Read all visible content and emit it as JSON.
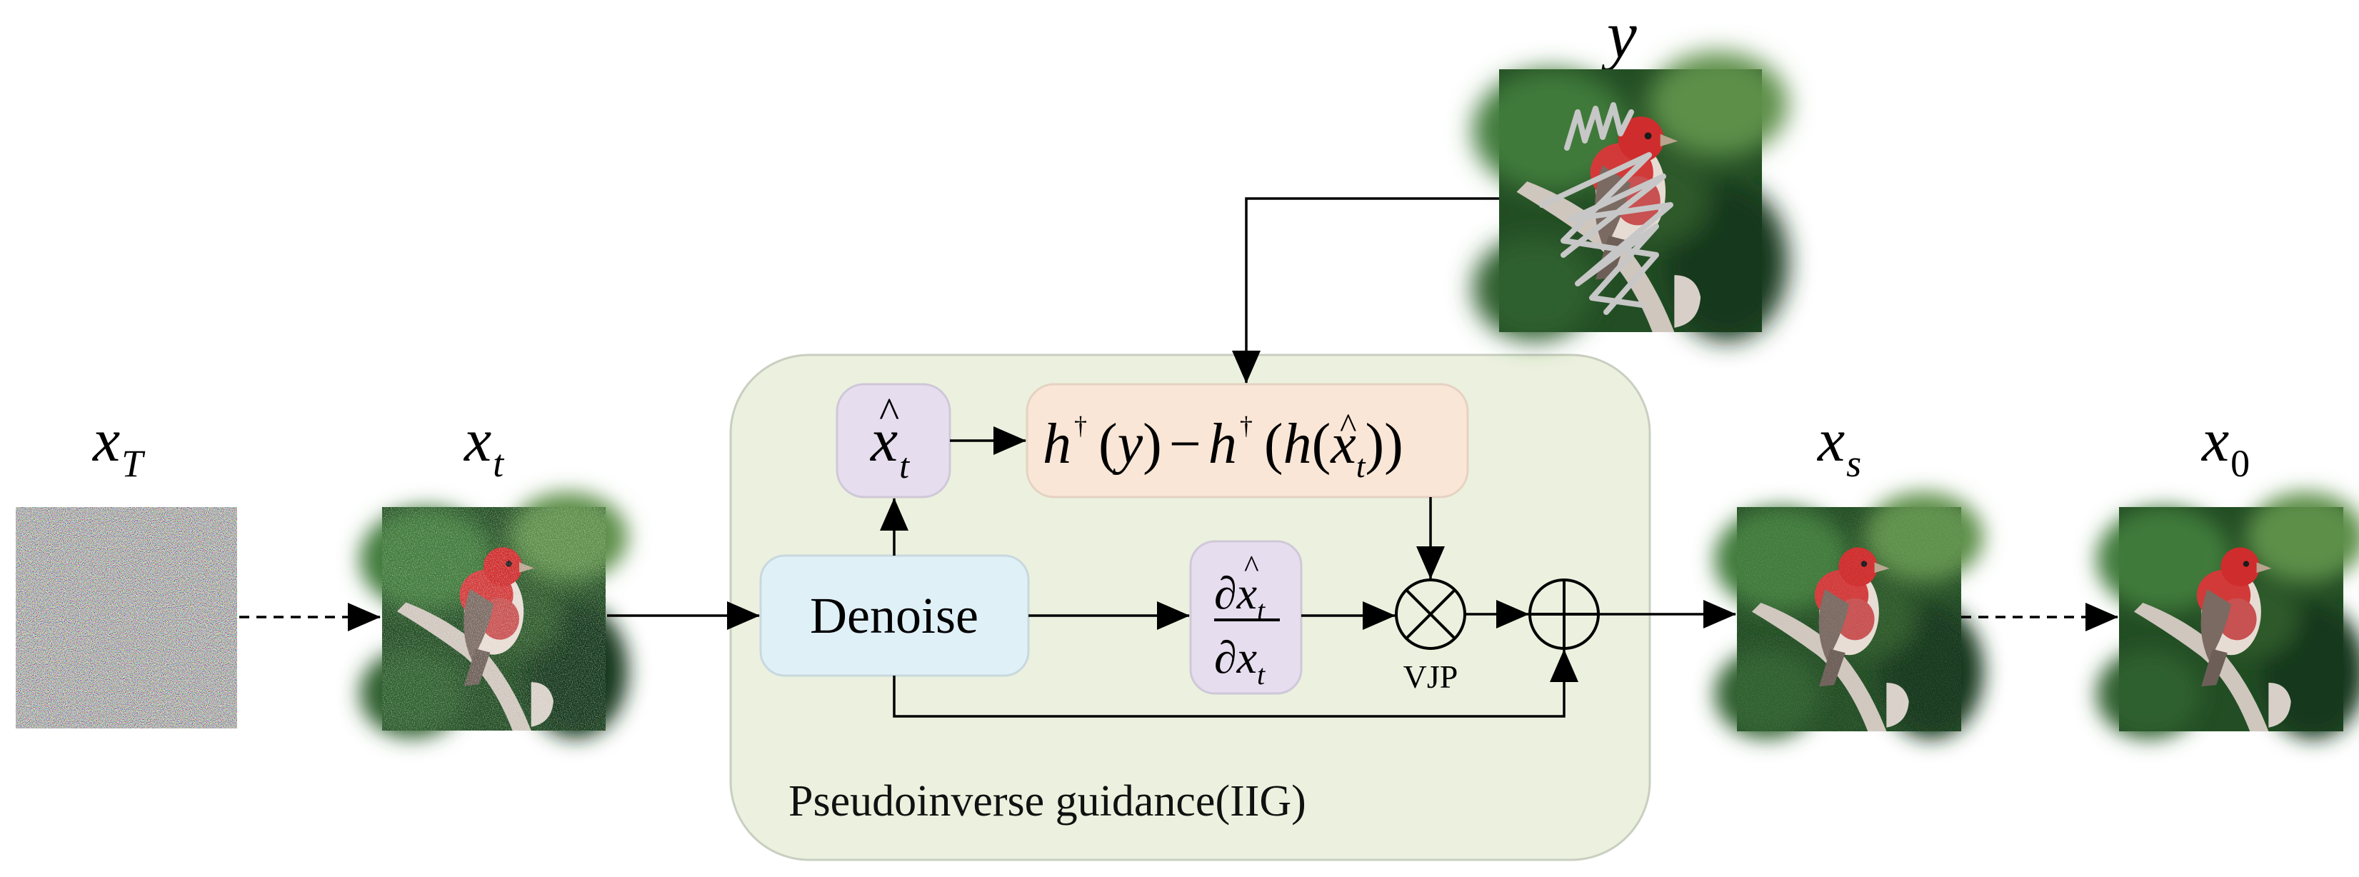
{
  "labels": {
    "x_T": {
      "base": "x",
      "sub": "T"
    },
    "x_t": {
      "base": "x",
      "sub": "t"
    },
    "y": "y",
    "x_s": {
      "base": "x",
      "sub": "s"
    },
    "x_0": {
      "base": "x",
      "sub": "0"
    }
  },
  "boxes": {
    "xhat": {
      "base": "x",
      "hat": "^",
      "sub": "t"
    },
    "residual": {
      "h": "h",
      "dagger": "†",
      "y_term": "(y)",
      "minus": "−",
      "h_inner": "h",
      "open": "(",
      "close": "))"
    },
    "denoise": "Denoise",
    "jacobian": {
      "partial": "∂",
      "num_base": "x",
      "num_sub": "t",
      "den_base": "x",
      "den_sub": "t"
    },
    "vjp": "VJP"
  },
  "guidance_region": {
    "label": "Pseudoinverse guidance(IIG)"
  },
  "colors": {
    "region_fill": "#ebf1de",
    "region_stroke": "#c9cfc0",
    "xhat_fill": "#e6ddef",
    "residual_fill": "#fae6d6",
    "denoise_fill": "#dff0f7",
    "jacobian_fill": "#e6ddef",
    "arrow": "#000000"
  },
  "icons": {
    "multiply": "circled-times-icon",
    "add": "circled-plus-icon"
  },
  "images": {
    "x_T": "pure-noise-image",
    "x_t": "noisy-bird-image",
    "y": "scribbled-bird-image",
    "x_s": "slightly-noisy-bird-image",
    "x_0": "clean-bird-image"
  }
}
